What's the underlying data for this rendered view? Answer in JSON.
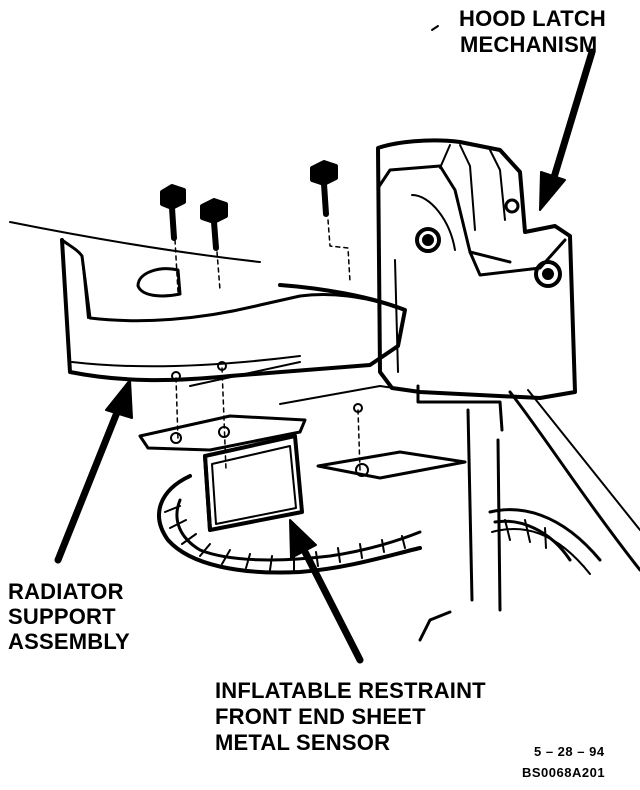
{
  "labels": {
    "hood_latch": [
      "HOOD LATCH",
      "MECHANISM"
    ],
    "radiator_support": [
      "RADIATOR",
      "SUPPORT",
      "ASSEMBLY"
    ],
    "sensor": [
      "INFLATABLE RESTRAINT",
      "FRONT END SHEET",
      "METAL SENSOR"
    ]
  },
  "figure": {
    "date": "5 – 28 – 94",
    "code": "BS0068A201"
  },
  "colors": {
    "ink": "#000000",
    "paper": "#ffffff"
  }
}
